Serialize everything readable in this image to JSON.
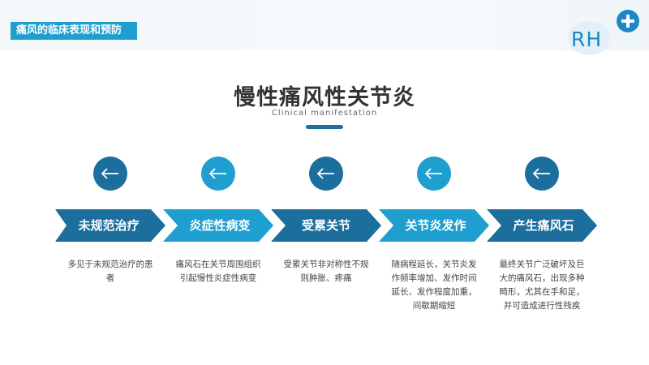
{
  "header": {
    "section_tag": "痛风的临床表现和预防",
    "logo_text": "RH"
  },
  "title": {
    "main": "慢性痛风性关节炎",
    "subtitle": "Clinical manifestation"
  },
  "steps": [
    {
      "label": "未规范治疗",
      "description": "多见于未规范治疗的患者",
      "icon": "arrow-left-icon",
      "color": "#1c6e9c"
    },
    {
      "label": "炎症性病变",
      "description": "痛风石在关节周围组织引起慢性炎症性病变",
      "icon": "arrow-left-icon",
      "color": "#1e9fd0"
    },
    {
      "label": "受累关节",
      "description": "受累关节非对称性不规则肿胀、疼痛",
      "icon": "arrow-left-icon",
      "color": "#1c6e9c"
    },
    {
      "label": "关节炎发作",
      "description": "随病程延长，关节炎发作频率增加、发作时间延长、发作程度加重，间歇期缩短",
      "icon": "arrow-left-icon",
      "color": "#1e9fd0"
    },
    {
      "label": "产生痛风石",
      "description": "最终关节广泛破坏及巨大的痛风石，出现多种畸形，尤其在手和足，并可造成进行性残疾",
      "icon": "arrow-left-icon",
      "color": "#1c6e9c"
    }
  ]
}
